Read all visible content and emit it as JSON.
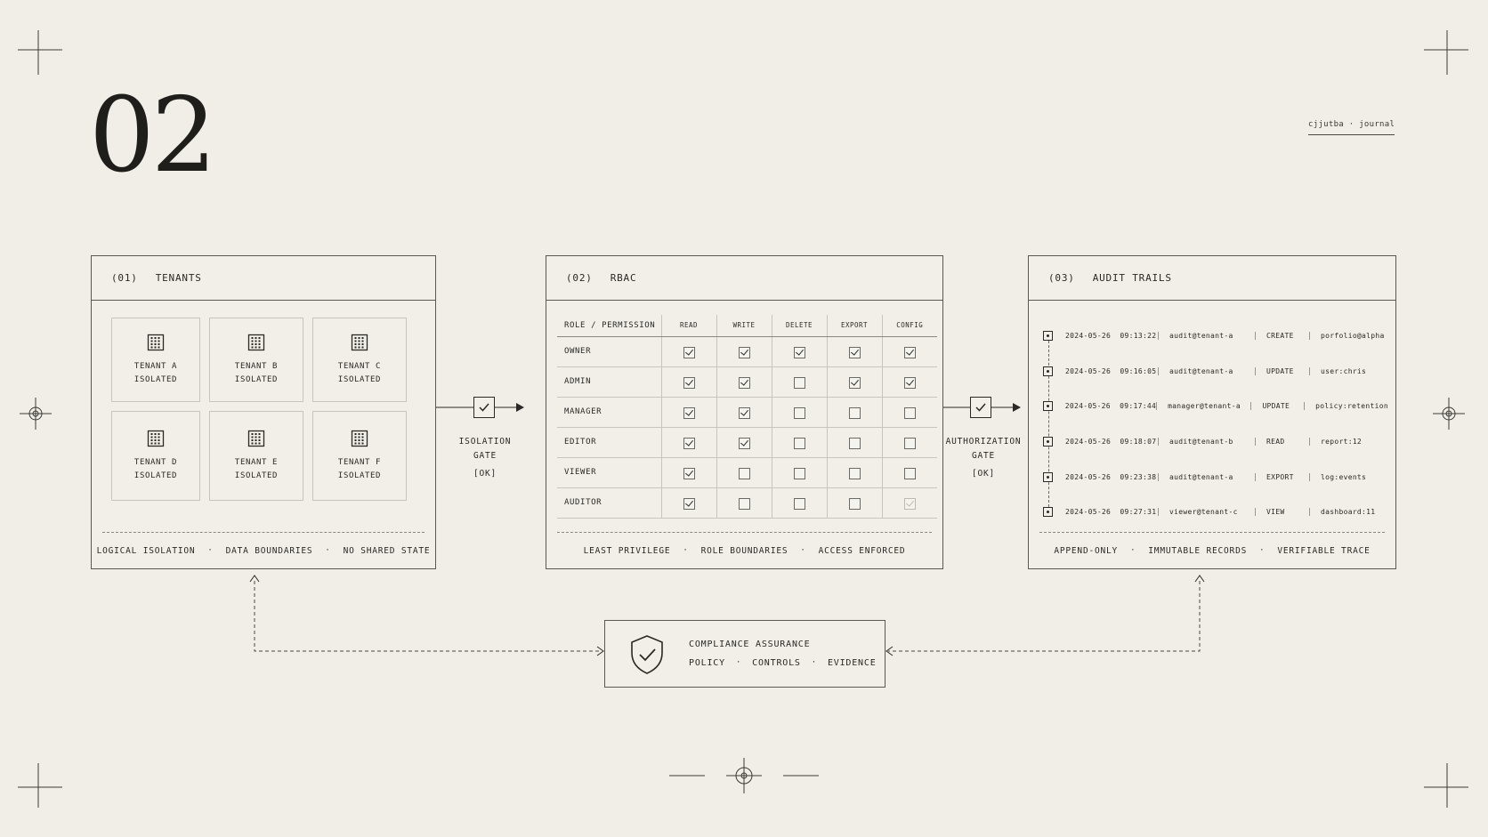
{
  "section_number": "02",
  "journal_label": "cjjutba · journal",
  "tenants": {
    "number": "(01)",
    "title": "TENANTS",
    "items": [
      {
        "name": "TENANT A",
        "status": "ISOLATED"
      },
      {
        "name": "TENANT B",
        "status": "ISOLATED"
      },
      {
        "name": "TENANT C",
        "status": "ISOLATED"
      },
      {
        "name": "TENANT D",
        "status": "ISOLATED"
      },
      {
        "name": "TENANT E",
        "status": "ISOLATED"
      },
      {
        "name": "TENANT F",
        "status": "ISOLATED"
      }
    ],
    "footer": [
      "LOGICAL ISOLATION",
      "DATA BOUNDARIES",
      "NO SHARED STATE"
    ]
  },
  "isolation_gate": {
    "line1": "ISOLATION",
    "line2": "GATE",
    "status": "[OK]"
  },
  "rbac": {
    "number": "(02)",
    "title": "RBAC",
    "corner_header": "ROLE / PERMISSION",
    "permissions": [
      "READ",
      "WRITE",
      "DELETE",
      "EXPORT",
      "CONFIG"
    ],
    "roles": [
      {
        "name": "OWNER",
        "grants": [
          true,
          true,
          true,
          true,
          true
        ]
      },
      {
        "name": "ADMIN",
        "grants": [
          true,
          true,
          false,
          true,
          true
        ]
      },
      {
        "name": "MANAGER",
        "grants": [
          true,
          true,
          false,
          false,
          false
        ]
      },
      {
        "name": "EDITOR",
        "grants": [
          true,
          true,
          false,
          false,
          false
        ]
      },
      {
        "name": "VIEWER",
        "grants": [
          true,
          false,
          false,
          false,
          false
        ]
      },
      {
        "name": "AUDITOR",
        "grants": [
          true,
          false,
          false,
          false,
          true
        ]
      }
    ],
    "faint_cells": [
      [
        5,
        4
      ]
    ],
    "footer": [
      "LEAST PRIVILEGE",
      "ROLE BOUNDARIES",
      "ACCESS ENFORCED"
    ]
  },
  "authorization_gate": {
    "line1": "AUTHORIZATION",
    "line2": "GATE",
    "status": "[OK]"
  },
  "audit": {
    "number": "(03)",
    "title": "AUDIT TRAILS",
    "entries": [
      {
        "timestamp": "2024-05-26  09:13:22",
        "actor": "audit@tenant-a",
        "action": "CREATE",
        "resource": "porfolio@alpha"
      },
      {
        "timestamp": "2024-05-26  09:16:05",
        "actor": "audit@tenant-a",
        "action": "UPDATE",
        "resource": "user:chris"
      },
      {
        "timestamp": "2024-05-26  09:17:44",
        "actor": "manager@tenant-a",
        "action": "UPDATE",
        "resource": "policy:retention"
      },
      {
        "timestamp": "2024-05-26  09:18:07",
        "actor": "audit@tenant-b",
        "action": "READ",
        "resource": "report:12"
      },
      {
        "timestamp": "2024-05-26  09:23:38",
        "actor": "audit@tenant-a",
        "action": "EXPORT",
        "resource": "log:events"
      },
      {
        "timestamp": "2024-05-26  09:27:31",
        "actor": "viewer@tenant-c",
        "action": "VIEW",
        "resource": "dashboard:11"
      }
    ],
    "footer": [
      "APPEND-ONLY",
      "IMMUTABLE RECORDS",
      "VERIFIABLE TRACE"
    ]
  },
  "compliance": {
    "title": "COMPLIANCE ASSURANCE",
    "items": [
      "POLICY",
      "CONTROLS",
      "EVIDENCE"
    ]
  },
  "separator": "·",
  "colors": {
    "background": "#f1eee7",
    "ink": "#2a2926",
    "rule": "#5a5853",
    "faint": "#c9c5bc"
  },
  "icons": {
    "tenant": "building-icon",
    "gate": "check-icon",
    "compliance": "shield-check-icon"
  }
}
